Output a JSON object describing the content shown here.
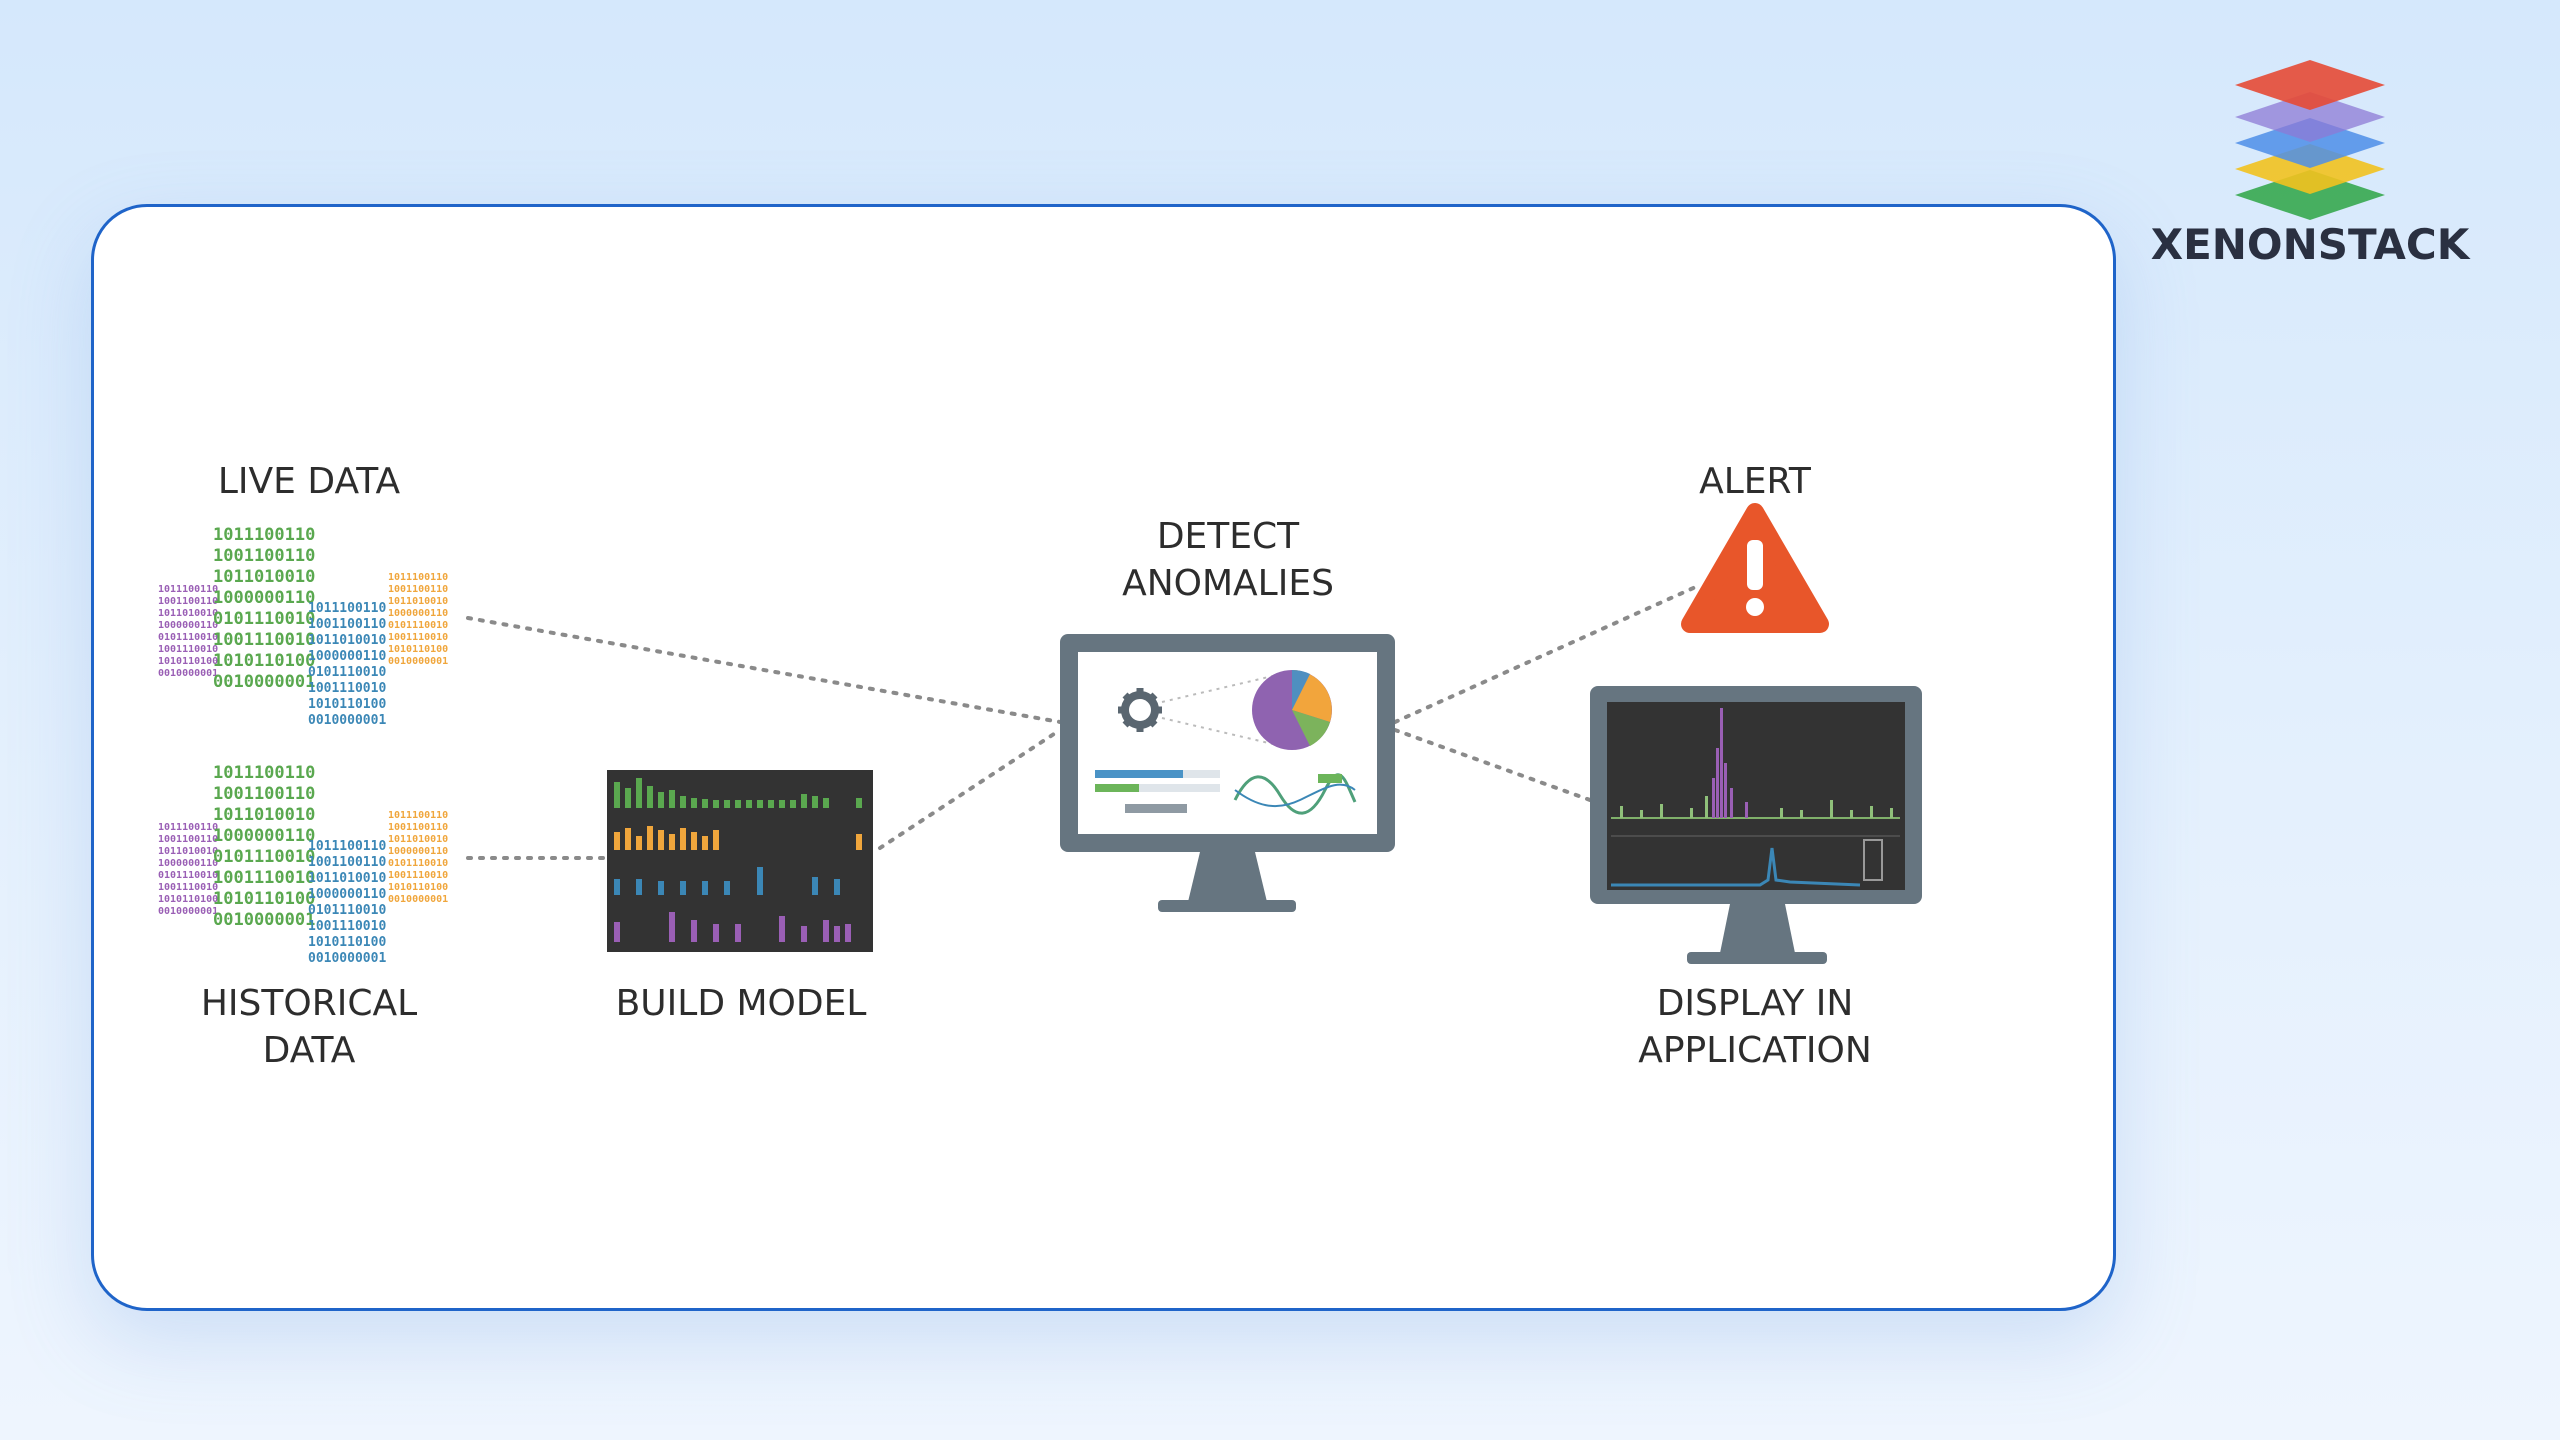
{
  "brand": {
    "name": "XENONSTACK"
  },
  "diagram": {
    "nodes": {
      "live_data": [
        "LIVE DATA"
      ],
      "historical_data": [
        "HISTORICAL",
        "DATA"
      ],
      "build_model": [
        "BUILD MODEL"
      ],
      "detect_anomalies": [
        "DETECT",
        "ANOMALIES"
      ],
      "alert": [
        "ALERT"
      ],
      "display": [
        "DISPLAY IN",
        "APPLICATION"
      ]
    },
    "binary_stream": {
      "green": [
        "1011100110",
        "1001100110",
        "1011010010",
        "1000000110",
        "0101110010",
        "1001110010",
        "1010110100",
        "0010000001"
      ],
      "blue": [
        "1011100110",
        "1001100110",
        "1011010010",
        "1000000110",
        "0101110010",
        "1001110010",
        "1010110100",
        "0010000001"
      ],
      "purple": [
        "1011100110",
        "1001100110",
        "1011010010",
        "1000000110",
        "0101110010",
        "1001110010",
        "1010110100",
        "0010000001"
      ],
      "orange": [
        "1011100110",
        "1001100110",
        "1011010010",
        "1000000110",
        "0101110010",
        "1001110010",
        "1010110100",
        "0010000001"
      ]
    },
    "colors": {
      "green": "#5aa84f",
      "blue": "#3b87b6",
      "purple": "#9a5fb5",
      "orange": "#f0a63c",
      "alert": "#e8562a",
      "monitor": "#667580",
      "screen_dark": "#333333"
    },
    "icons": [
      "binary-data-icon",
      "model-chart-icon",
      "monitor-icon",
      "gear-icon",
      "pie-chart-icon",
      "warning-icon",
      "stacked-layers-logo-icon"
    ]
  }
}
